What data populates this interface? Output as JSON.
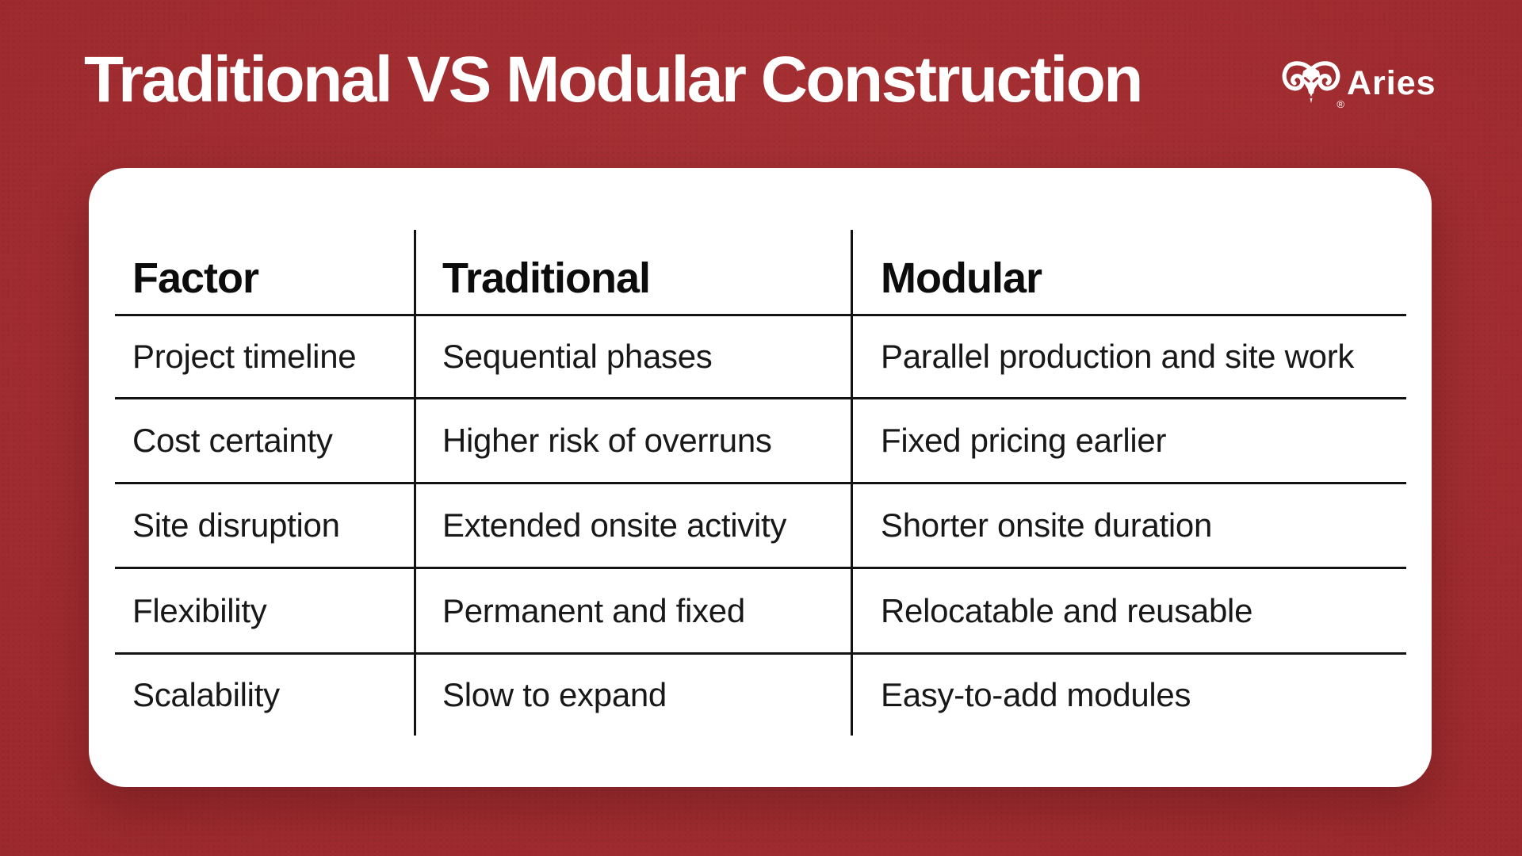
{
  "header": {
    "title": "Traditional VS Modular Construction",
    "logo": {
      "brand": "Aries",
      "registered_mark": "®",
      "icon": "ram-head-icon"
    }
  },
  "table": {
    "columns": [
      "Factor",
      "Traditional",
      "Modular"
    ],
    "rows": [
      {
        "factor": "Project timeline",
        "traditional": "Sequential phases",
        "modular": "Parallel production and site work"
      },
      {
        "factor": "Cost certainty",
        "traditional": "Higher risk of overruns",
        "modular": "Fixed pricing earlier"
      },
      {
        "factor": "Site disruption",
        "traditional": "Extended onsite activity",
        "modular": "Shorter onsite duration"
      },
      {
        "factor": "Flexibility",
        "traditional": "Permanent and fixed",
        "modular": "Relocatable and reusable"
      },
      {
        "factor": "Scalability",
        "traditional": "Slow to expand",
        "modular": "Easy-to-add modules"
      }
    ]
  },
  "colors": {
    "background_center": "#a93336",
    "background_edge": "#8d2024",
    "card": "#ffffff",
    "table_line": "#131313",
    "heading_text": "#0c0c0c",
    "body_text": "#181818",
    "title_text": "#ffffff"
  }
}
